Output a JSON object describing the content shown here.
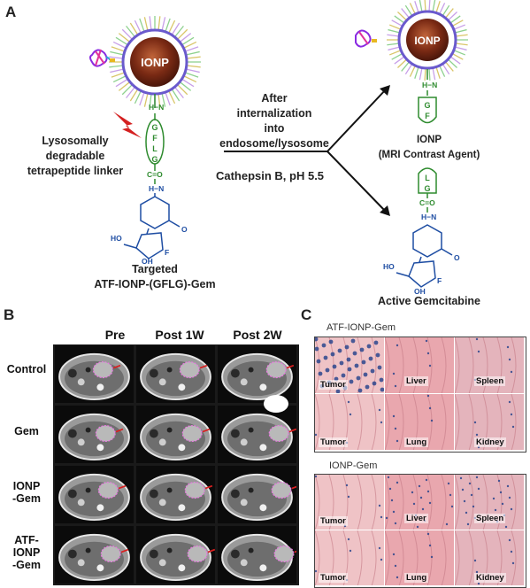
{
  "panels": {
    "a": "A",
    "b": "B",
    "c": "C"
  },
  "panel_a": {
    "ionp_label": "IONP",
    "linker_text_line1": "Lysosomally",
    "linker_text_line2": "degradable",
    "linker_text_line3": "tetrapeptide linker",
    "linker_letters": [
      "G",
      "F",
      "L",
      "G"
    ],
    "prodrug_name_line1": "Targeted",
    "prodrug_name_line2": "ATF-IONP-(GFLG)-Gem",
    "process_line1": "After",
    "process_line2": "internalization",
    "process_line3": "into endosome/lysosome",
    "condition": "Cathepsin B, pH 5.5",
    "product1_line1": "IONP",
    "product1_line2": "(MRI Contrast Agent)",
    "product1_letters": [
      "G",
      "F"
    ],
    "product2_letters": [
      "L",
      "G"
    ],
    "product2_name": "Active Gemcitabine",
    "chem_labels": {
      "hn": "H−N",
      "nh": "H−N",
      "co": "C=O",
      "ho": "HO",
      "oh": "OH",
      "f": "F",
      "o": "O",
      "n": "N"
    }
  },
  "panel_b": {
    "columns": [
      "Pre",
      "Post 1W",
      "Post 2W"
    ],
    "rows": [
      {
        "line1": "Control",
        "line2": "",
        "line3": ""
      },
      {
        "line1": "Gem",
        "line2": "",
        "line3": ""
      },
      {
        "line1": "IONP",
        "line2": "-Gem",
        "line3": ""
      },
      {
        "line1": "ATF-",
        "line2": "IONP",
        "line3": "-Gem"
      }
    ]
  },
  "panel_c": {
    "groups": [
      {
        "title": "ATF-IONP-Gem",
        "tiles": [
          "Tumor",
          "Liver",
          "Spleen",
          "Tumor",
          "Lung",
          "Kidney"
        ]
      },
      {
        "title": "IONP-Gem",
        "tiles": [
          "Tumor",
          "Liver",
          "Spleen",
          "Tumor",
          "Lung",
          "Kidney"
        ]
      }
    ]
  },
  "colors": {
    "ionp_core": "#7a2a14",
    "shell": "#6a5acd",
    "linker": "#2e8b2e",
    "gem": "#1f4ea3",
    "arrow": "#111111",
    "tumor_outline": "#e879e0",
    "marker": "#d92020",
    "he_pink": "#eab3b8",
    "prussian_blue": "#1f3f8a"
  }
}
